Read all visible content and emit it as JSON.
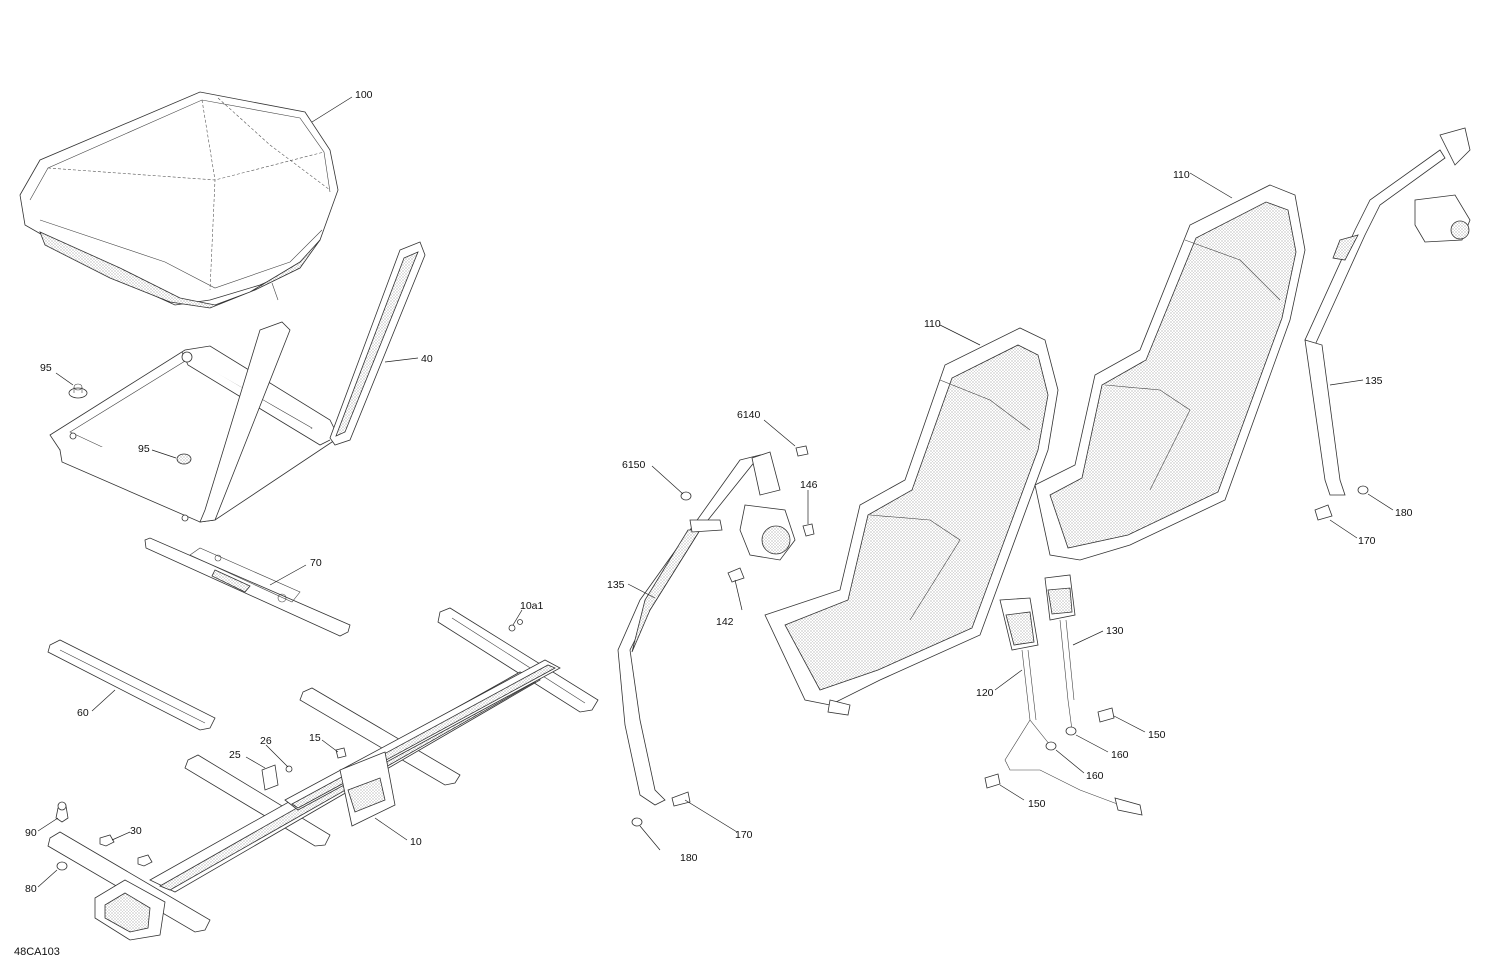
{
  "diagram_code": "48CA103",
  "callouts": {
    "c100": "100",
    "c40": "40",
    "c95a": "95",
    "c95b": "95",
    "c70": "70",
    "c10a1": "10a1",
    "c60": "60",
    "c25": "25",
    "c26": "26",
    "c15": "15",
    "c90": "90",
    "c30": "30",
    "c80": "80",
    "c10": "10",
    "c6140": "6140",
    "c6150": "6150",
    "c146": "146",
    "c142": "142",
    "c135a": "135",
    "c170a": "170",
    "c180a": "180",
    "c110a": "110",
    "c110b": "110",
    "c135b": "135",
    "c180b": "180",
    "c170b": "170",
    "c130": "130",
    "c120": "120",
    "c150a": "150",
    "c160a": "160",
    "c160b": "160",
    "c150b": "150"
  }
}
